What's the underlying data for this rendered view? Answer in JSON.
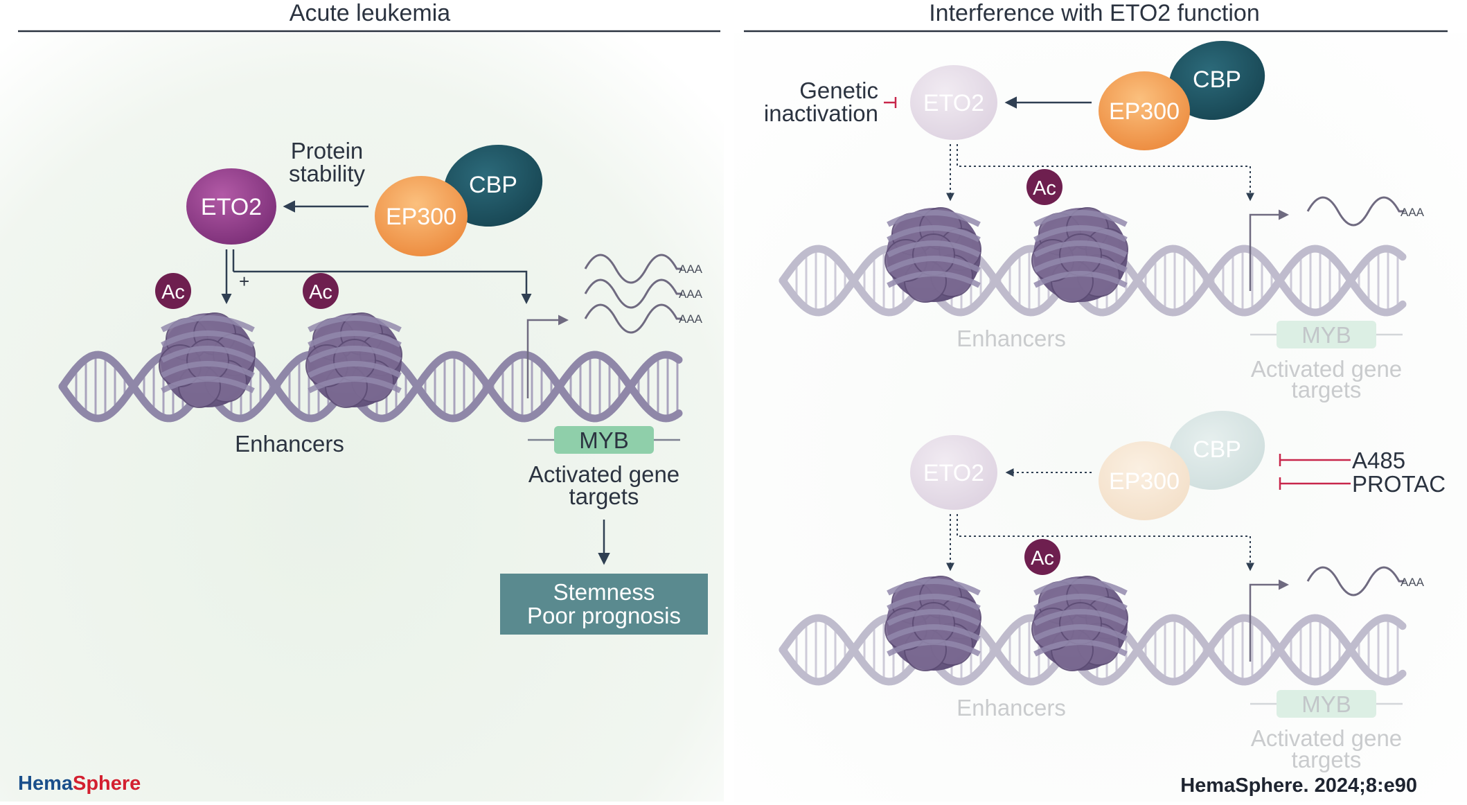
{
  "panels": {
    "left_title": "Acute leukemia",
    "right_title": "Interference with ETO2 function"
  },
  "left": {
    "eto2": "ETO2",
    "ep300": "EP300",
    "cbp": "CBP",
    "protein_stability_line1": "Protein",
    "protein_stability_line2": "stability",
    "plus": "+",
    "ac": "Ac",
    "polya": "AAA",
    "enhancers": "Enhancers",
    "myb": "MYB",
    "targets_line1": "Activated gene",
    "targets_line2": "targets",
    "outcome_line1": "Stemness",
    "outcome_line2": "Poor prognosis"
  },
  "right_top": {
    "genetic_line1": "Genetic",
    "genetic_line2": "inactivation",
    "eto2": "ETO2",
    "ep300": "EP300",
    "cbp": "CBP",
    "ac": "Ac",
    "polya": "AAA",
    "enhancers": "Enhancers",
    "myb": "MYB",
    "targets_line1": "Activated gene",
    "targets_line2": "targets"
  },
  "right_bottom": {
    "eto2": "ETO2",
    "ep300": "EP300",
    "cbp": "CBP",
    "inhibitor1": "A485",
    "inhibitor2": "PROTAC",
    "ac": "Ac",
    "polya": "AAA",
    "enhancers": "Enhancers",
    "myb": "MYB",
    "targets_line1": "Activated gene",
    "targets_line2": "targets"
  },
  "footer": {
    "logo_part1": "Hema",
    "logo_part2": "Sphere",
    "citation": "HemaSphere. 2024;8:e90"
  },
  "colors": {
    "eto2": "#8e3a86",
    "ep300": "#f19a4f",
    "cbp": "#1f5364",
    "ac": "#6e1f4f",
    "nucleosome": "#7b6a92",
    "dna": "#8f87a8",
    "myb": "#8fcfaa",
    "outcome_box": "#5a8a8f",
    "arrow": "#2f3f52",
    "inhibit": "#c8264b",
    "faded_text": "#c9cbcd",
    "logo_blue": "#1a4f8b",
    "logo_red": "#d32030"
  }
}
